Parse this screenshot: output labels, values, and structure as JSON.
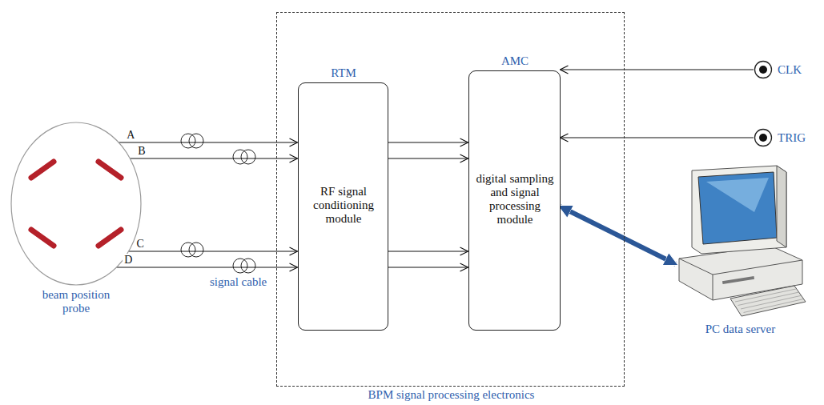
{
  "diagram": {
    "nodes": [
      {
        "text": [
          "beam position probe"
        ]
      },
      {
        "text": [
          "BPM signal processing electronics"
        ]
      },
      {
        "text": [
          "RTM",
          "RF signal conditioning module"
        ],
        "in": 1
      },
      {
        "text": [
          "AMC",
          "digital sampling and signal processing module"
        ],
        "in": 1
      },
      {
        "text": [
          "CLK"
        ]
      },
      {
        "text": [
          "TRIG"
        ]
      },
      {
        "text": [
          "PC data server"
        ]
      }
    ],
    "edges": [
      {
        "from": 0,
        "to": 2,
        "arrow": "to",
        "label": "A"
      },
      {
        "from": 0,
        "to": 2,
        "arrow": "to",
        "label": "B"
      },
      {
        "from": 0,
        "to": 2,
        "arrow": "to",
        "label": "C"
      },
      {
        "from": 0,
        "to": 2,
        "arrow": "to",
        "label": "D"
      },
      {
        "from": 2,
        "to": 3,
        "arrow": "to"
      },
      {
        "from": 2,
        "to": 3,
        "arrow": "to"
      },
      {
        "from": 2,
        "to": 3,
        "arrow": "to"
      },
      {
        "from": 2,
        "to": 3,
        "arrow": "to"
      },
      {
        "from": 4,
        "to": 3,
        "arrow": "to"
      },
      {
        "from": 5,
        "to": 3,
        "arrow": "to"
      },
      {
        "from": 3,
        "to": 6,
        "arrow": "both"
      }
    ],
    "labels": [
      "signal cable"
    ]
  }
}
